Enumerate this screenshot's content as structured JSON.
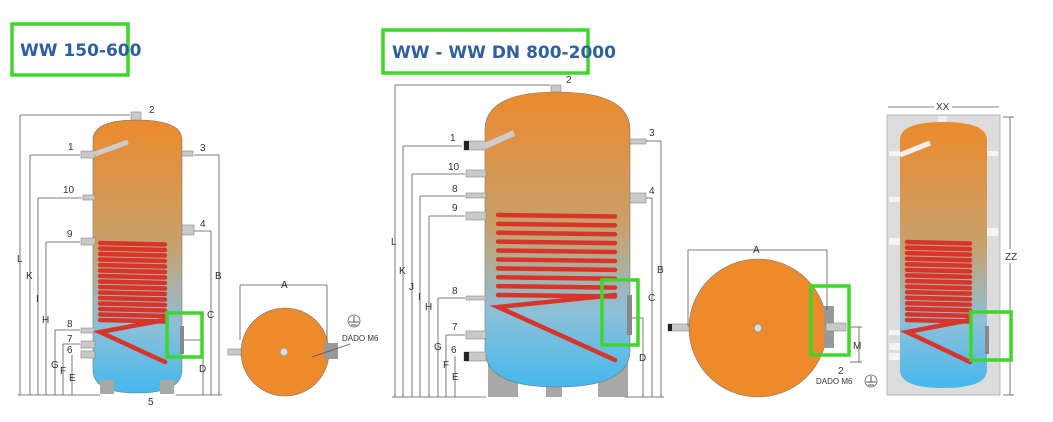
{
  "titles": {
    "left": "WW 150-600",
    "middle": "WW - WW DN 800-2000"
  },
  "tank1": {
    "left_dims": [
      "L",
      "K",
      "I",
      "H",
      "G",
      "F",
      "E"
    ],
    "right_dims": [
      "D",
      "C",
      "B"
    ],
    "connections_left": [
      "1",
      "10",
      "9",
      "8",
      "7",
      "6"
    ],
    "connections_right": [
      "3",
      "4"
    ],
    "top_connection": "2",
    "bottom_connection": "5"
  },
  "top_view1": {
    "dim": "A",
    "nut_label": "DADO M6"
  },
  "tank2": {
    "left_dims": [
      "L",
      "K",
      "J",
      "I",
      "H",
      "G",
      "F",
      "E"
    ],
    "right_dims": [
      "D",
      "C",
      "B"
    ],
    "connections_left": [
      "1",
      "10",
      "8",
      "9",
      "8",
      "7",
      "6"
    ],
    "connections_right": [
      "3",
      "4"
    ],
    "top_connection": "2"
  },
  "top_view2": {
    "dim": "A",
    "height_dim": "M",
    "callout": "2",
    "nut_label": "DADO M6"
  },
  "tank3": {
    "width_dim": "XX",
    "height_dim": "ZZ"
  },
  "colors": {
    "highlight": "#3fd62a",
    "title": "#2f5f9e",
    "hot": "#e8892e",
    "cold": "#4ab8ea",
    "coil": "#d8342a"
  }
}
